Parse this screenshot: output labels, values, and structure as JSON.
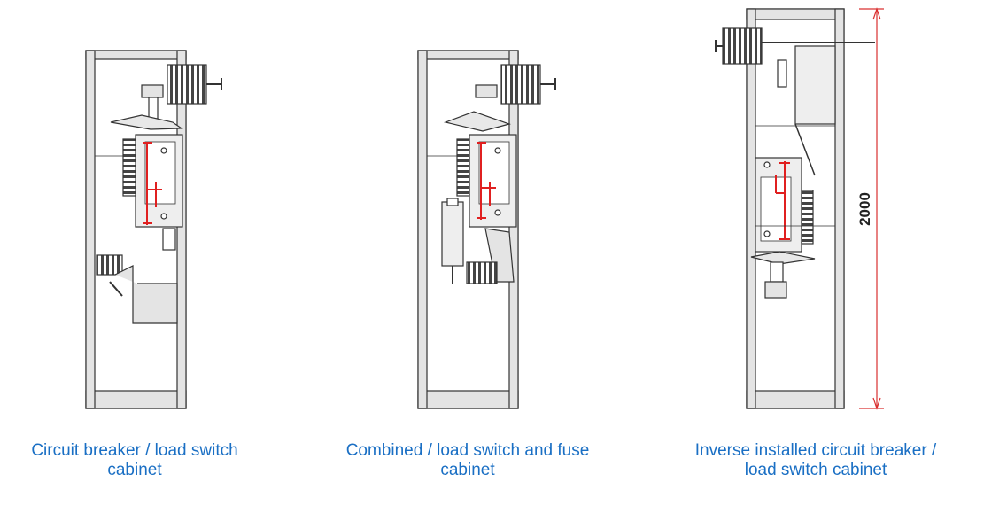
{
  "captions": [
    {
      "line1": "Circuit breaker / load switch",
      "line2": "cabinet"
    },
    {
      "line1": "Combined / load switch and fuse",
      "line2": "cabinet"
    },
    {
      "line1": "Inverse installed circuit breaker /",
      "line2": "load switch cabinet"
    }
  ],
  "dimension": {
    "value": "2000"
  },
  "colors": {
    "caption": "#1a6fc4",
    "dimension_line": "#d93030",
    "current_path": "#e02020",
    "frame_fill": "#e4e4e4",
    "panel_fill": "#eeeeee",
    "line": "#333333"
  }
}
